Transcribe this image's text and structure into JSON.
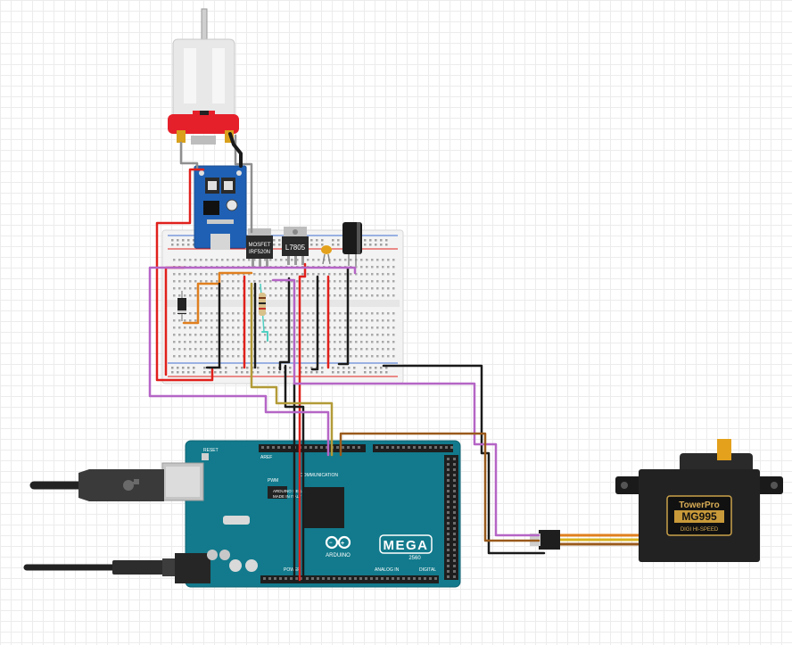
{
  "components": {
    "mosfet": {
      "label_line1": "MOSFET",
      "label_line2": "IRF520N"
    },
    "regulator": {
      "label": "L7805"
    },
    "arduino": {
      "brand": "ARDUINO",
      "model": "MEGA",
      "variant": "2560",
      "chip_note_1": "ARDUINO MEGA",
      "chip_note_2": "MADE IN ITALY",
      "comm_label": "COMMUNICATION",
      "pwm_label": "PWM",
      "digital_label": "DIGITAL",
      "analog_label": "ANALOG IN",
      "power_label": "POWER",
      "reset_label": "RESET",
      "aref_label": "AREF"
    },
    "servo": {
      "brand": "TowerPro",
      "model": "MG995",
      "desc": "DIGI HI-SPEED"
    }
  },
  "colors": {
    "red_wire": "#e0201b",
    "black_wire": "#1a1a1a",
    "purple_wire": "#b565c6",
    "brown_wire": "#9a5a1c",
    "orange_wire": "#e07f1e",
    "olive_wire": "#b39b37",
    "gray_wire": "#8f8f8f",
    "arduino_board": "#127a8c",
    "sensor_board": "#1f60b4",
    "motor_cap": "#e5202a",
    "servo_body": "#222222"
  }
}
